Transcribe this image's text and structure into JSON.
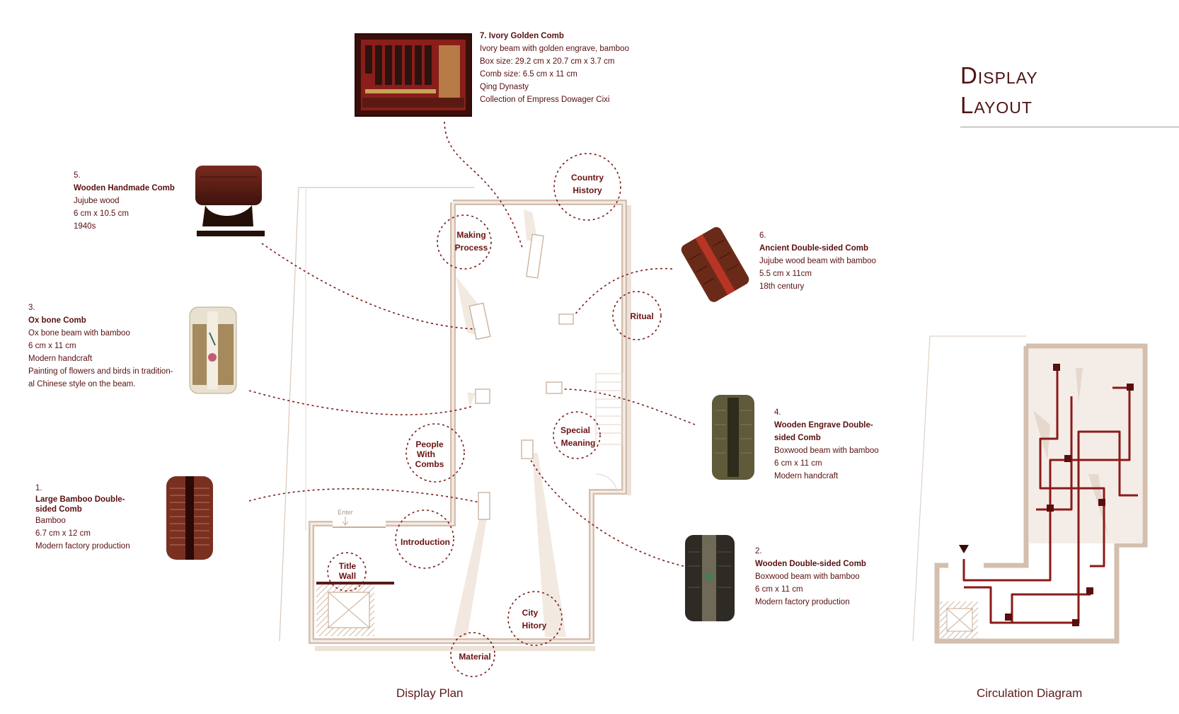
{
  "title": {
    "line1": "Display",
    "line2": "Layout"
  },
  "items": [
    {
      "num": "7.",
      "name": "Ivory Golden Comb",
      "lines": [
        "Ivory beam with golden engrave, bamboo",
        "Box size: 29.2 cm x 20.7 cm x 3.7 cm",
        "Comb size: 6.5 cm x 11 cm",
        "Qing Dynasty",
        "Collection of Empress Dowager Cixi"
      ]
    },
    {
      "num": "5.",
      "name": "Wooden Handmade Comb",
      "lines": [
        "Jujube wood",
        "6 cm x 10.5 cm",
        "1940s"
      ]
    },
    {
      "num": "6.",
      "name": "Ancient Double-sided Comb",
      "lines": [
        "Jujube wood beam with bamboo",
        "5.5 cm x 11cm",
        "18th century"
      ]
    },
    {
      "num": "3.",
      "name": "Ox bone Comb",
      "lines": [
        "Ox bone beam with bamboo",
        "6 cm x 11 cm",
        "Modern handcraft",
        "Painting of flowers and birds in tradition-",
        "al Chinese style on the beam."
      ]
    },
    {
      "num": "4.",
      "name": "Wooden Engrave Double-sided Comb",
      "lines": [
        "Boxwood beam with bamboo",
        "6 cm x 11 cm",
        "Modern handcraft"
      ]
    },
    {
      "num": "1.",
      "name": "Large Bamboo Double-sided Comb",
      "lines": [
        "Bamboo",
        "6.7 cm x 12 cm",
        "Modern factory production"
      ]
    },
    {
      "num": "2.",
      "name": "Wooden Double-sided Comb",
      "lines": [
        "Boxwood beam with bamboo",
        "6 cm x 11 cm",
        "Modern factory production"
      ]
    }
  ],
  "zones": {
    "country_history": [
      "Country",
      "History"
    ],
    "making_process": [
      "Making",
      "Process"
    ],
    "ritual": [
      "Ritual"
    ],
    "special_meaning": [
      "Special",
      "Meaning"
    ],
    "people_with_combs": [
      "People",
      "With",
      "Combs"
    ],
    "introduction": [
      "Introduction"
    ],
    "title_wall": [
      "Title",
      "Wall"
    ],
    "city_history": [
      "City",
      "Hitory"
    ],
    "material": [
      "Material"
    ]
  },
  "enter_label": "Enter",
  "captions": {
    "display_plan": "Display Plan",
    "circulation": "Circulation Diagram"
  },
  "colors": {
    "accent": "#6b1212",
    "wall": "#d9c6b6",
    "route": "#8b1a1a"
  }
}
